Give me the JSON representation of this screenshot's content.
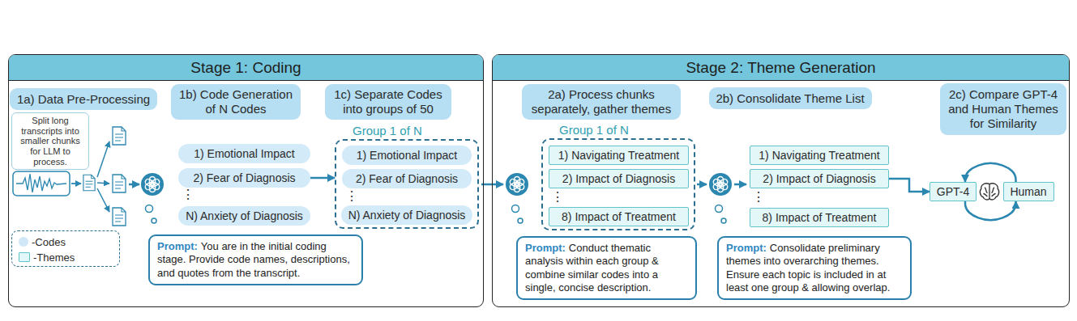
{
  "diagram": {
    "nodes": [
      {
        "text": [
          "Stage 1: Coding"
        ]
      },
      {
        "text": [
          "1a) Data Pre-Processing"
        ],
        "in": 0
      },
      {
        "text": [
          "1b) Code Generation of N Codes"
        ],
        "in": 0
      },
      {
        "text": [
          "1c) Separate Codes into groups of 50"
        ],
        "in": 0
      },
      {
        "text": [
          "Split long transcripts into smaller chunks for LLM to process."
        ],
        "in": 0
      },
      {
        "text": [
          "1) Emotional Impact"
        ],
        "in": 0
      },
      {
        "text": [
          "2) Fear of Diagnosis"
        ],
        "in": 0
      },
      {
        "text": [
          "N) Anxiety of Diagnosis"
        ],
        "in": 0
      },
      {
        "text": [
          "Group 1 of N"
        ],
        "in": 0
      },
      {
        "text": [
          "1) Emotional Impact"
        ],
        "in": 8
      },
      {
        "text": [
          "2) Fear of Diagnosis"
        ],
        "in": 8
      },
      {
        "text": [
          "N) Anxiety of Diagnosis"
        ],
        "in": 8
      },
      {
        "text": [
          "Prompt:",
          "You are in the initial coding stage. Provide code names, descriptions, and quotes from the transcript."
        ],
        "in": 0
      },
      {
        "text": [
          "Stage 2: Theme Generation"
        ]
      },
      {
        "text": [
          "2a) Process chunks separately, gather themes"
        ],
        "in": 13
      },
      {
        "text": [
          "2b) Consolidate Theme List"
        ],
        "in": 13
      },
      {
        "text": [
          "2c) Compare GPT-4 and Human Themes for Similarity"
        ],
        "in": 13
      },
      {
        "text": [
          "Group 1 of N"
        ],
        "in": 13
      },
      {
        "text": [
          "1) Navigating Treatment"
        ],
        "in": 17
      },
      {
        "text": [
          "2) Impact of Diagnosis"
        ],
        "in": 17
      },
      {
        "text": [
          "8) Impact of Treatment"
        ],
        "in": 17
      },
      {
        "text": [
          "Prompt:",
          "Conduct thematic analysis within each group & combine similar codes into a single, concise description."
        ],
        "in": 13
      },
      {
        "text": [
          "1) Navigating Treatment"
        ],
        "in": 13
      },
      {
        "text": [
          "2) Impact of Diagnosis"
        ],
        "in": 13
      },
      {
        "text": [
          "8) Impact of Treatment"
        ],
        "in": 13
      },
      {
        "text": [
          "Prompt:",
          "Consolidate preliminary themes into overarching themes. Ensure each topic is included in at least one group & allowing overlap."
        ],
        "in": 13
      },
      {
        "text": [
          "GPT-4"
        ],
        "in": 13
      },
      {
        "text": [
          "Human"
        ],
        "in": 13
      }
    ],
    "edges": [
      {
        "from": 6,
        "to": 8,
        "arrow": "to"
      },
      {
        "from": 23,
        "to": 26,
        "arrow": "to"
      },
      {
        "from": 27,
        "to": 26,
        "arrow": "to"
      },
      {
        "from": 26,
        "to": 27,
        "arrow": "to"
      }
    ],
    "labels": [
      "⋮",
      "⋮",
      "⋮",
      "⋮"
    ],
    "legend": [
      {
        "text": "-Codes"
      },
      {
        "text": "-Themes"
      }
    ]
  }
}
